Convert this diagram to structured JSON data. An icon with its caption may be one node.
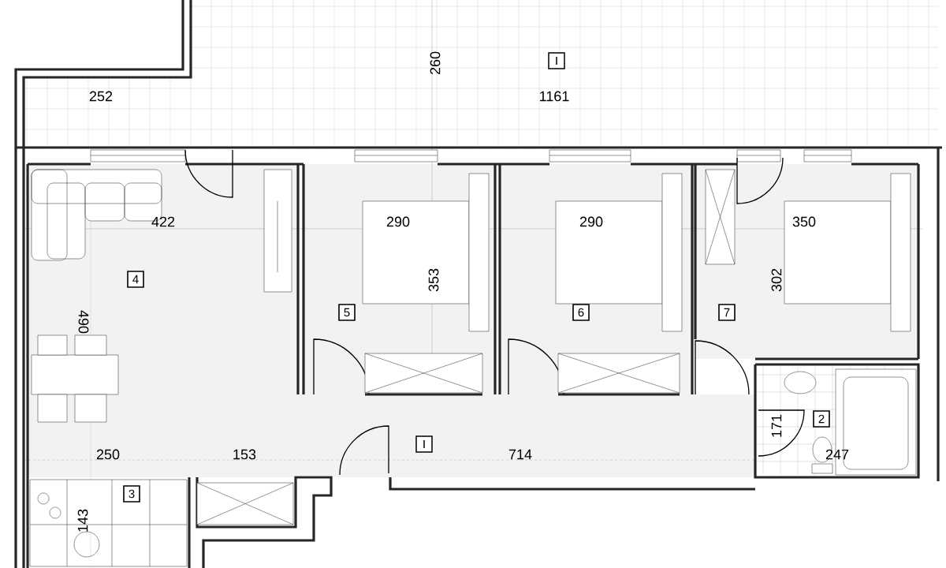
{
  "diagram": {
    "labels": [
      "252",
      "260",
      "1161",
      "422",
      "4",
      "490",
      "290",
      "353",
      "5",
      "290",
      "6",
      "350",
      "302",
      "7",
      "171",
      "2",
      "247",
      "250",
      "153",
      "714",
      "3",
      "143"
    ]
  }
}
